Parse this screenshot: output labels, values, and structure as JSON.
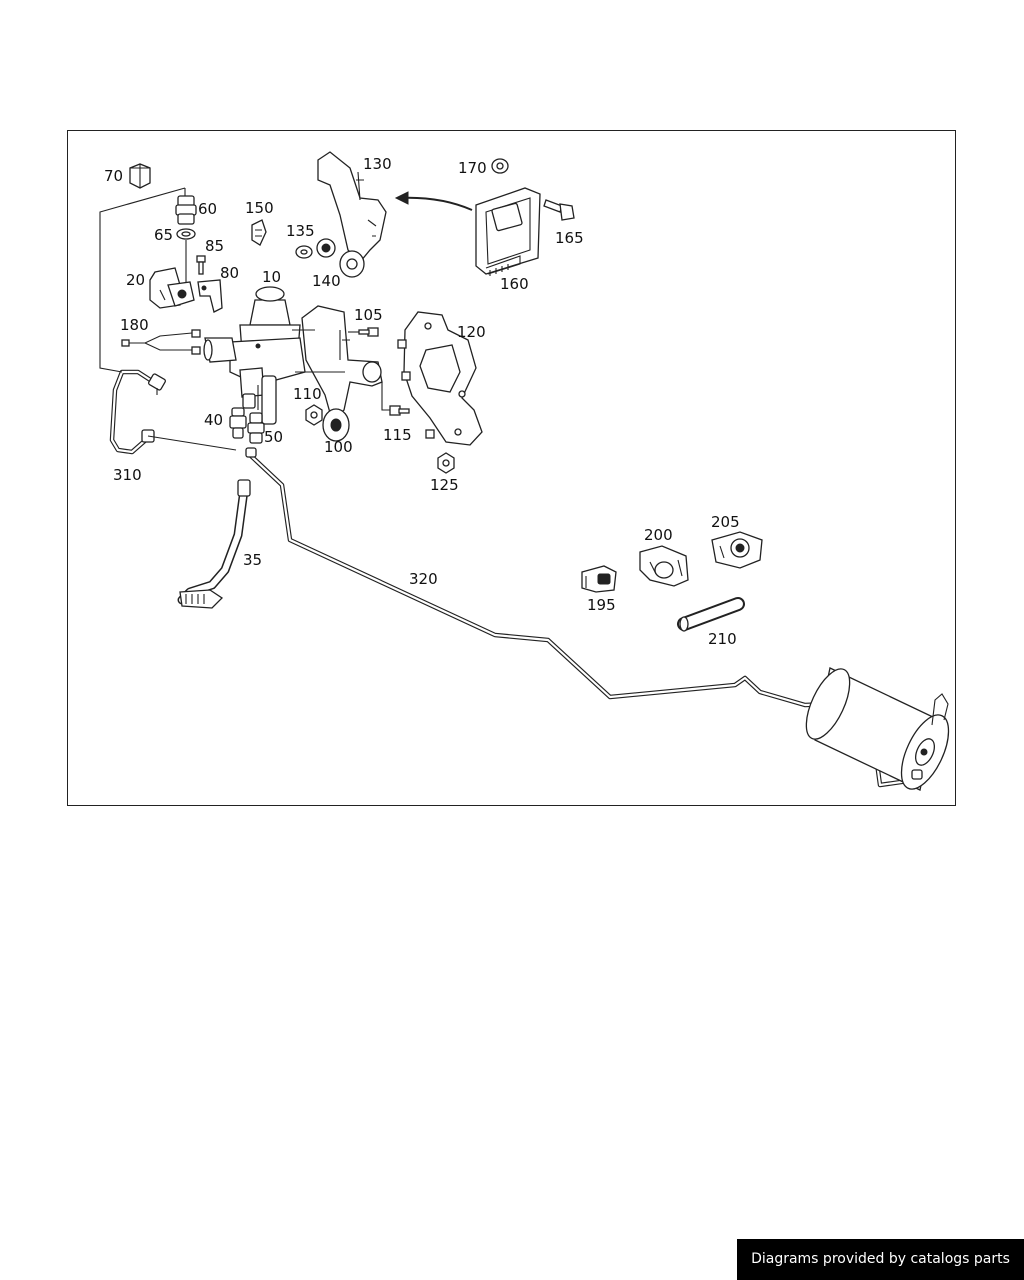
{
  "diagram": {
    "callouts": {
      "p10": "10",
      "p20": "20",
      "p35": "35",
      "p40": "40",
      "p50": "50",
      "p60": "60",
      "p65": "65",
      "p70": "70",
      "p80": "80",
      "p85": "85",
      "p100": "100",
      "p105": "105",
      "p110": "110",
      "p115": "115",
      "p120": "120",
      "p125": "125",
      "p130": "130",
      "p135": "135",
      "p140": "140",
      "p150": "150",
      "p160": "160",
      "p165": "165",
      "p170": "170",
      "p180": "180",
      "p195": "195",
      "p200": "200",
      "p205": "205",
      "p210": "210",
      "p310": "310",
      "p320": "320"
    }
  },
  "footer": {
    "credit": "Diagrams provided by catalogs parts"
  }
}
